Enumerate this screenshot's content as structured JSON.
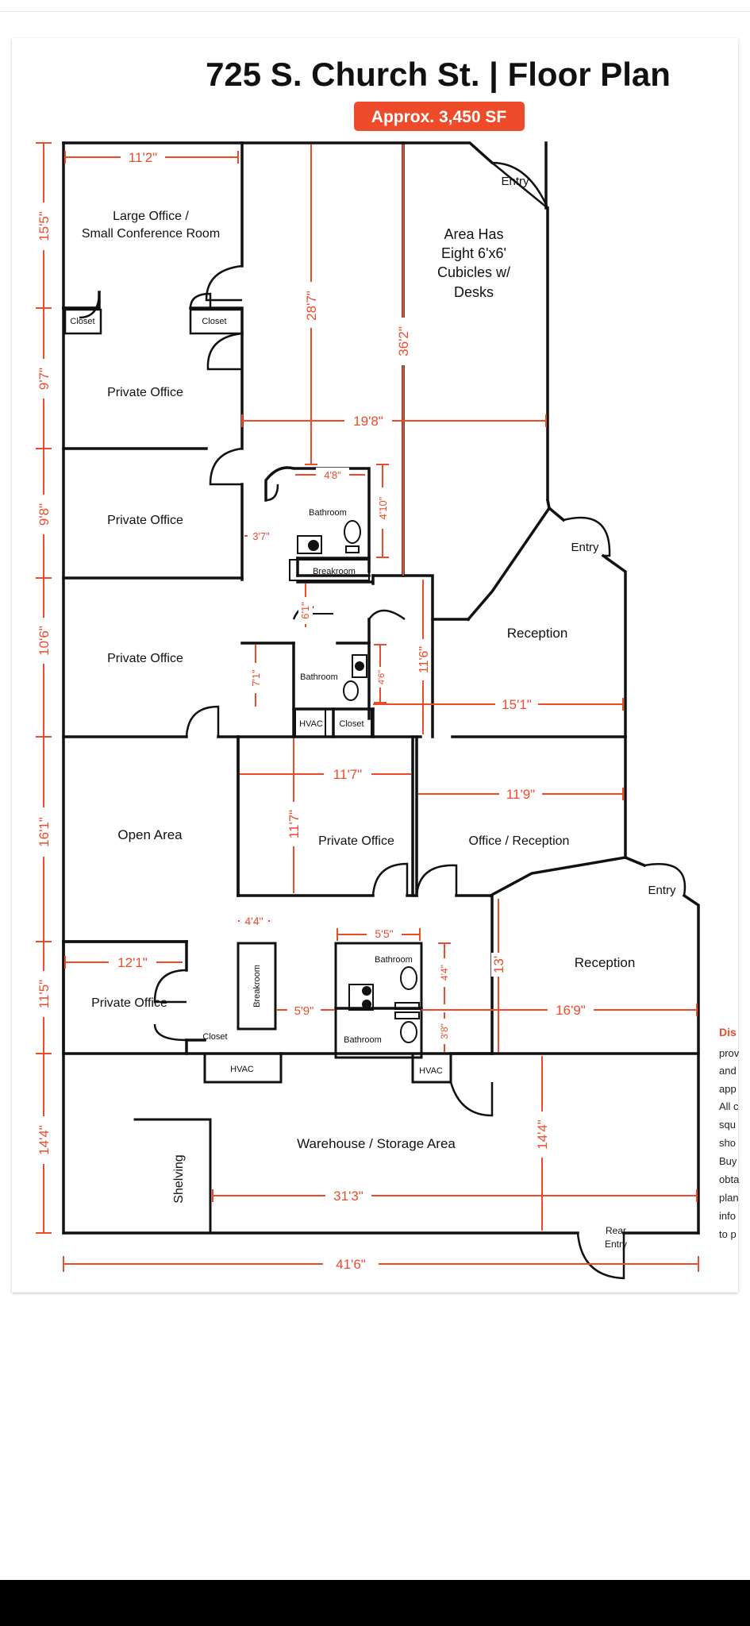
{
  "header": {
    "title": "725 S. Church St. | Floor Plan",
    "badge": "Approx. 3,450 SF"
  },
  "colors": {
    "accent": "#ee4b2b",
    "wall": "#111111",
    "background": "#ffffff"
  },
  "rooms": {
    "large_office_1": "Large Office /",
    "large_office_2": "Small Conference Room",
    "cubicles_1": "Area Has",
    "cubicles_2": "Eight 6'x6'",
    "cubicles_3": "Cubicles w/",
    "cubicles_4": "Desks",
    "private_office_1": "Private Office",
    "private_office_2": "Private Office",
    "private_office_3": "Private Office",
    "private_office_4": "Private Office",
    "private_office_5": "Private Office",
    "open_area": "Open Area",
    "office_reception": "Office / Reception",
    "reception_1": "Reception",
    "reception_2": "Reception",
    "warehouse": "Warehouse / Storage Area",
    "shelving": "Shelving",
    "bathroom_1": "Bathroom",
    "bathroom_2": "Bathroom",
    "bathroom_3": "Bathroom",
    "bathroom_4": "Bathroom",
    "breakroom_1": "Breakroom",
    "breakroom_2": "Breakroom",
    "closet_1": "Closet",
    "closet_2": "Closet",
    "closet_3": "Closet",
    "closet_4": "Closet",
    "hvac_1": "HVAC",
    "hvac_2": "HVAC",
    "hvac_3": "HVAC",
    "entry_1": "Entry",
    "entry_2": "Entry",
    "entry_3": "Entry",
    "rear_entry_1": "Rear",
    "rear_entry_2": "Entry"
  },
  "dimensions": {
    "d_11_2": "11'2\"",
    "d_28_7": "28'7\"",
    "d_36_2": "36'2\"",
    "d_19_8": "19'8\"",
    "d_4_8": "4'8\"",
    "d_4_10": "4'10\"",
    "d_3_7": "3'7\"",
    "d_6_1": "6'1\"",
    "d_7_1": "7'1\"",
    "d_4_6": "4'6\"",
    "d_11_6": "11'6\"",
    "d_15_1": "15'1\"",
    "d_11_7h": "11'7\"",
    "d_11_7v": "11'7\"",
    "d_11_9": "11'9\"",
    "d_4_4a": "4'4\"",
    "d_5_5": "5'5\"",
    "d_4_4b": "4'4\"",
    "d_3_8": "3'8\"",
    "d_13": "13'",
    "d_12_1": "12'1\"",
    "d_5_9": "5'9\"",
    "d_16_9": "16'9\"",
    "d_14_4r": "14'4\"",
    "d_31_3": "31'3\"",
    "d_41_6": "41'6\""
  },
  "left_dimensions": {
    "l_15_5": "15'5\"",
    "l_9_7": "9'7\"",
    "l_9_8": "9'8\"",
    "l_10_6": "10'6\"",
    "l_16_1": "16'1\"",
    "l_11_5": "11'5\"",
    "l_14_4": "14'4\""
  },
  "disclaimer_fragments": [
    "Dis",
    "prov",
    "and",
    "app",
    "All c",
    "squ",
    "sho",
    "Buy",
    "obta",
    "plan",
    "info",
    "to p"
  ]
}
